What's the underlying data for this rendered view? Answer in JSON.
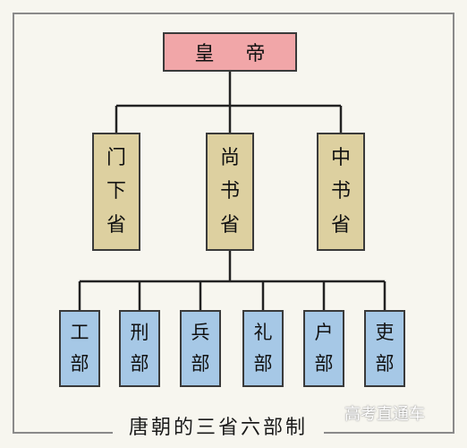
{
  "emperor": "皇 帝",
  "sheng": [
    {
      "chars": [
        "门",
        "下",
        "省"
      ]
    },
    {
      "chars": [
        "尚",
        "书",
        "省"
      ]
    },
    {
      "chars": [
        "中",
        "书",
        "省"
      ]
    }
  ],
  "bu": [
    {
      "chars": [
        "工",
        "部"
      ]
    },
    {
      "chars": [
        "刑",
        "部"
      ]
    },
    {
      "chars": [
        "兵",
        "部"
      ]
    },
    {
      "chars": [
        "礼",
        "部"
      ]
    },
    {
      "chars": [
        "户",
        "部"
      ]
    },
    {
      "chars": [
        "吏",
        "部"
      ]
    }
  ],
  "caption": "唐朝的三省六部制",
  "watermark": "高考直通车",
  "colors": {
    "emperor_fill": "#f1a6a8",
    "sheng_fill": "#ddd0a0",
    "bu_fill": "#a6c8e6",
    "line": "#222222"
  }
}
